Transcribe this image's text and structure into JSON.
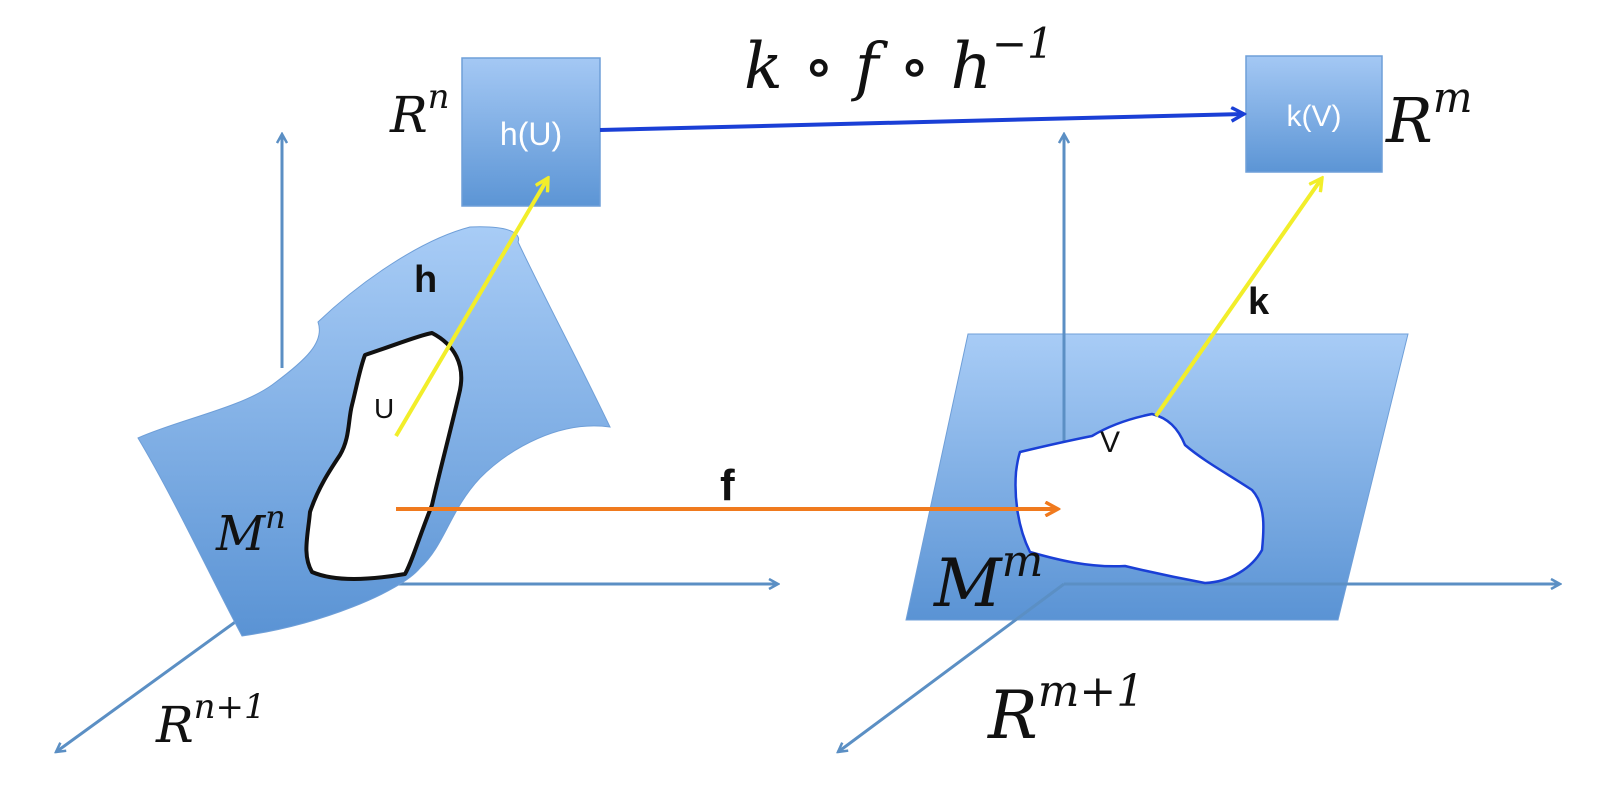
{
  "labels": {
    "composite_map": "k ∘ f ∘ h",
    "composite_map_exp": "−1",
    "rn": "R",
    "rn_exp": "n",
    "rm": "R",
    "rm_exp": "m",
    "rn1": "R",
    "rn1_exp": "n+1",
    "rm1": "R",
    "rm1_exp": "m+1",
    "mn": "M",
    "mn_exp": "n",
    "mm": "M",
    "mm_exp": "m",
    "h_of_u": "h(U)",
    "k_of_v": "k(V)",
    "h_map": "h",
    "k_map": "k",
    "f_map": "f",
    "u_set": "U",
    "v_set": "V"
  },
  "colors": {
    "axis": "#5b8fc4",
    "chart_blue": "#1a3fd6",
    "map_yellow": "#f2ee2a",
    "map_orange": "#f07a1e",
    "region_light": "#9cc3f3",
    "region_dark": "#5a95d6"
  }
}
